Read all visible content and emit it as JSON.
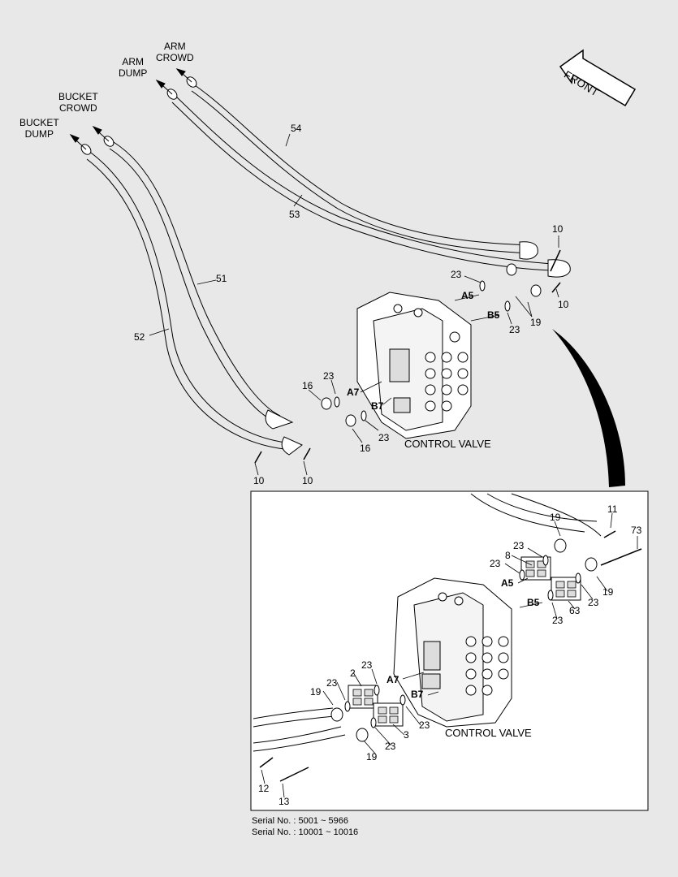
{
  "callouts": {
    "arm_crowd": "ARM\nCROWD",
    "arm_dump": "ARM\nDUMP",
    "bucket_crowd": "BUCKET\nCROWD",
    "bucket_dump": "BUCKET\nDUMP",
    "front": "FRONT",
    "control_valve_main": "CONTROL VALVE",
    "control_valve_detail": "CONTROL VALVE"
  },
  "main_labels": {
    "n54": "54",
    "n53": "53",
    "n51": "51",
    "n52": "52",
    "n10_a": "10",
    "n10_b": "10",
    "n10_c": "10",
    "n10_d": "10",
    "n23_a": "23",
    "n23_b": "23",
    "n23_c": "23",
    "n23_d": "23",
    "n19": "19",
    "n16_a": "16",
    "n16_b": "16",
    "port_a5": "A5",
    "port_b5": "B5",
    "port_a7": "A7",
    "port_b7": "B7"
  },
  "detail_labels": {
    "n11": "11",
    "n73": "73",
    "n19_a": "19",
    "n19_b": "19",
    "n19_c": "19",
    "n19_d": "19",
    "n23_a": "23",
    "n23_b": "23",
    "n23_c": "23",
    "n23_d": "23",
    "n23_e": "23",
    "n23_f": "23",
    "n23_g": "23",
    "n23_h": "23",
    "n8": "8",
    "n63": "63",
    "n2": "2",
    "n3": "3",
    "n12": "12",
    "n13": "13",
    "port_a5": "A5",
    "port_b5": "B5",
    "port_a7": "A7",
    "port_b7": "B7"
  },
  "serials": {
    "line1": "Serial No. : 5001 ~ 5966",
    "line2": "Serial No. : 10001 ~ 10016"
  }
}
